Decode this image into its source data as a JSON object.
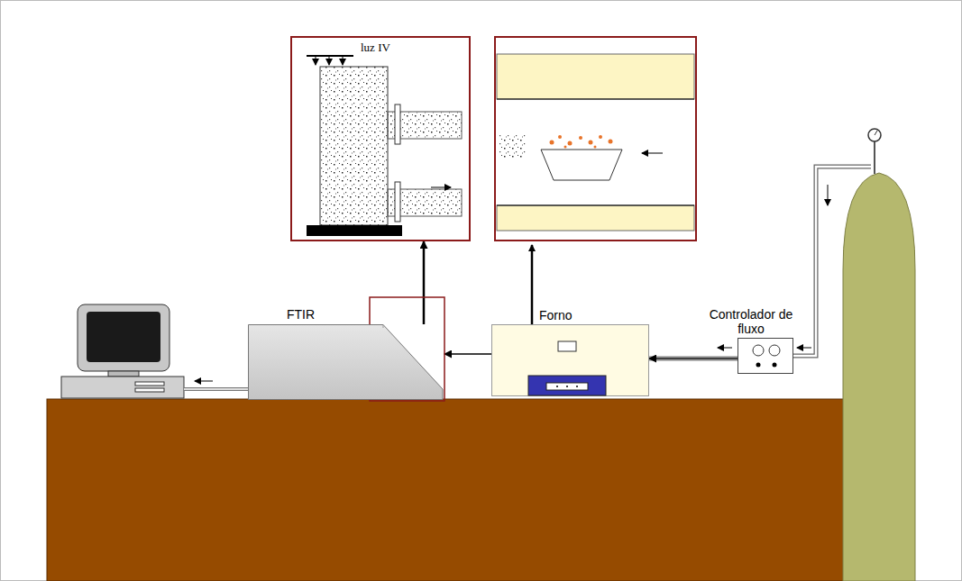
{
  "diagram": {
    "nodes": [
      {
        "text": [
          "luz IV"
        ]
      },
      {
        "text": [
          "FTIR"
        ]
      },
      {
        "text": [
          "Forno"
        ]
      },
      {
        "text": [
          "Controlador de fluxo"
        ]
      }
    ],
    "edges": [
      {
        "from": 3,
        "to": 2,
        "arrow": "to"
      },
      {
        "from": 2,
        "to": 1,
        "arrow": "to"
      },
      {
        "from": 1,
        "to": 0,
        "arrow": "to"
      }
    ]
  }
}
